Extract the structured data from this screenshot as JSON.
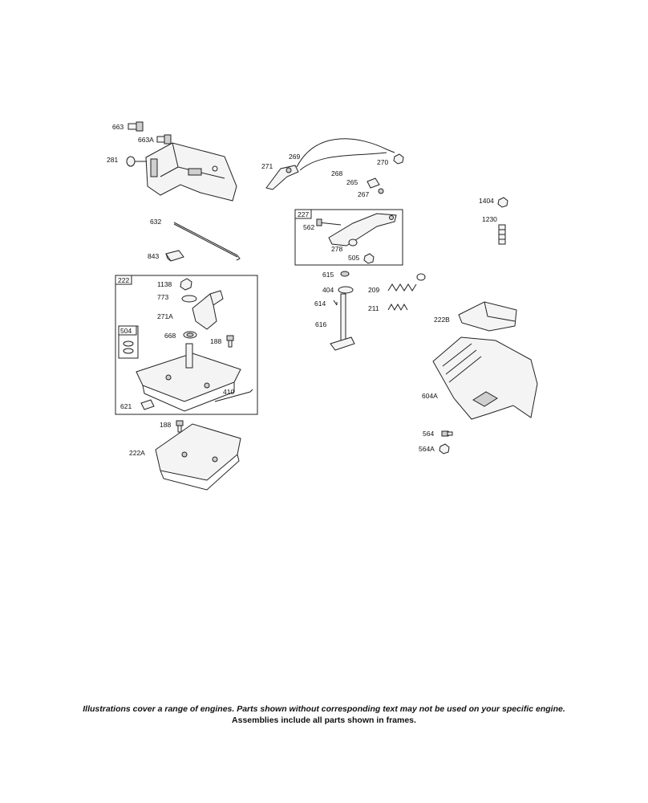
{
  "labels": {
    "p663": "663",
    "p663a": "663A",
    "p281": "281",
    "p632": "632",
    "p843": "843",
    "p271": "271",
    "p269": "269",
    "p268": "268",
    "p270": "270",
    "p265": "265",
    "p267": "267",
    "p1404": "1404",
    "p1230": "1230",
    "p227": "227",
    "p562": "562",
    "p278": "278",
    "p505": "505",
    "p222": "222",
    "p1138": "1138",
    "p773": "773",
    "p271a": "271A",
    "p504": "504",
    "p668": "668",
    "p188a": "188",
    "p410": "410",
    "p621": "621",
    "p188b": "188",
    "p222a": "222A",
    "p615": "615",
    "p404": "404",
    "p614": "614",
    "p616": "616",
    "p209": "209",
    "p211": "211",
    "p222b": "222B",
    "p604a": "604A",
    "p564": "564",
    "p564a": "564A"
  },
  "footer": {
    "line1": "Illustrations cover a range of engines. Parts shown without corresponding text may not be used on your specific engine.",
    "line2": "Assemblies include all parts shown in frames."
  }
}
